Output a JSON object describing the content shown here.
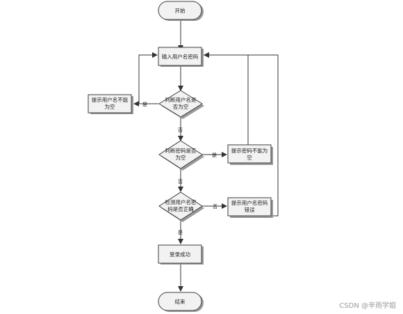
{
  "nodes": {
    "start": "开始",
    "input": "输入用户名密码",
    "check_user_empty_l1": "判断用户名是",
    "check_user_empty_l2": "否为空",
    "prompt_user_empty_l1": "提示用户名不能",
    "prompt_user_empty_l2": "为空",
    "check_pwd_empty_l1": "判断密码是否",
    "check_pwd_empty_l2": "为空",
    "prompt_pwd_empty_l1": "提示密码不能为",
    "prompt_pwd_empty_l2": "空",
    "check_correct_l1": "检测用户名密",
    "check_correct_l2": "码是否正确",
    "prompt_wrong_l1": "提示用户名密码",
    "prompt_wrong_l2": "错误",
    "success": "登录成功",
    "end": "结束"
  },
  "edges": {
    "yes": "是",
    "no": "否"
  },
  "watermark": "CSDN @辛雨学姐"
}
